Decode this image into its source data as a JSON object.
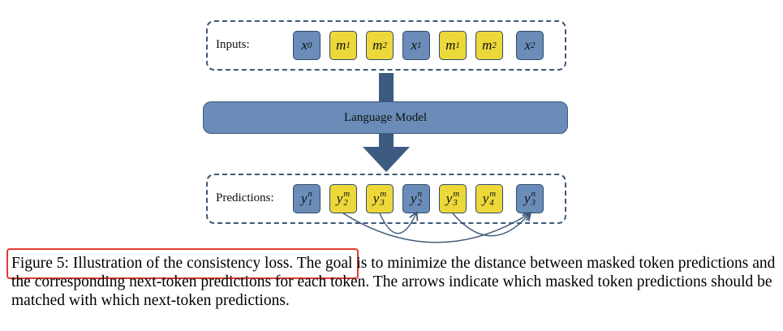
{
  "inputs": {
    "label": "Inputs:",
    "tokens": [
      {
        "base": "x",
        "sub": "0",
        "color": "blue"
      },
      {
        "base": "m",
        "sub": "1",
        "color": "yellow"
      },
      {
        "base": "m",
        "sub": "2",
        "color": "yellow"
      },
      {
        "base": "x",
        "sub": "1",
        "color": "blue"
      },
      {
        "base": "m",
        "sub": "1",
        "color": "yellow"
      },
      {
        "base": "m",
        "sub": "2",
        "color": "yellow"
      },
      {
        "base": "x",
        "sub": "2",
        "color": "blue"
      }
    ]
  },
  "model": {
    "label": "Language Model"
  },
  "predictions": {
    "label": "Predictions:",
    "tokens": [
      {
        "base": "y",
        "sub": "1",
        "sup": "n",
        "color": "blue"
      },
      {
        "base": "y",
        "sub": "2",
        "sup": "m",
        "color": "yellow"
      },
      {
        "base": "y",
        "sub": "3",
        "sup": "m",
        "color": "yellow"
      },
      {
        "base": "y",
        "sub": "2",
        "sup": "n",
        "color": "blue"
      },
      {
        "base": "y",
        "sub": "3",
        "sup": "m",
        "color": "yellow"
      },
      {
        "base": "y",
        "sub": "4",
        "sup": "m",
        "color": "yellow"
      },
      {
        "base": "y",
        "sub": "3",
        "sup": "n",
        "color": "blue"
      }
    ]
  },
  "matches": [
    {
      "from": 2,
      "to": 3
    },
    {
      "from": 1,
      "to": 6
    },
    {
      "from": 4,
      "to": 6
    }
  ],
  "colors": {
    "blue": "#6b8cb8",
    "yellow": "#ecd83a",
    "border": "#3d5878",
    "highlight": "#e03c31"
  },
  "caption": {
    "label": "Figure 5: Illustration of the consistency loss.",
    "text": " The goal is to minimize the distance between masked token predictions and the corresponding next-token predictions for each token. The arrows indicate which masked token predictions should be matched with which next-token predictions."
  }
}
